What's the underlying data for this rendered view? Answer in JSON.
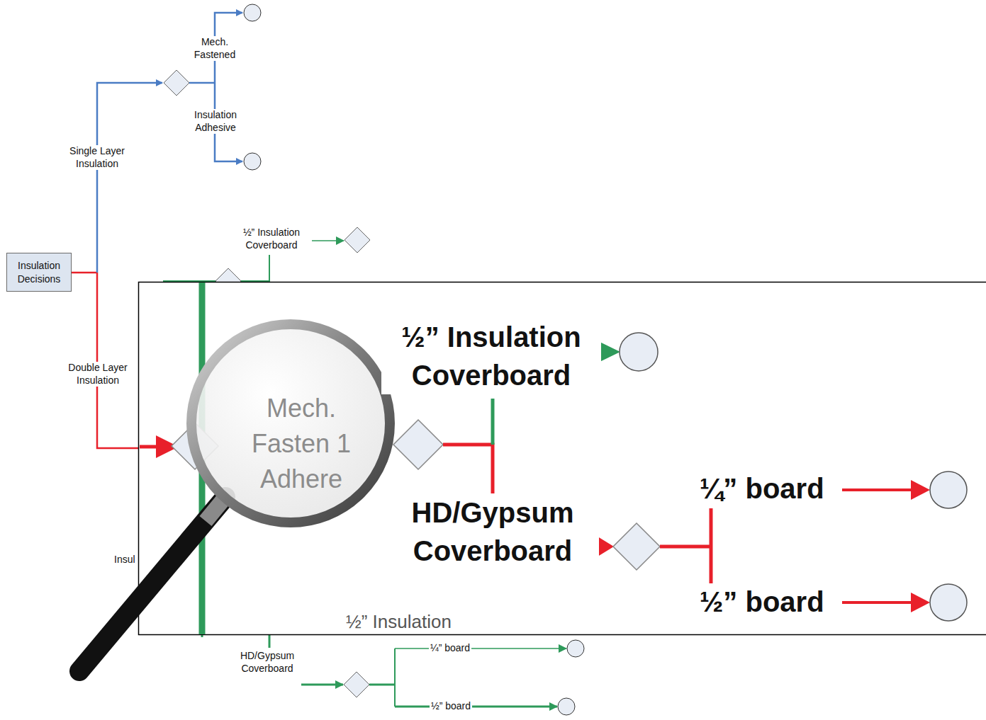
{
  "diagram": {
    "nodes": [
      {
        "text": [
          "Insulation Decisions"
        ]
      }
    ],
    "labels": [
      "Mech. Fastened",
      "Insulation Adhesive",
      "Single Layer Insulation",
      "½” Insulation Coverboard",
      "Double Layer Insulation",
      "½” Insulation Coverboard",
      "Mech. Fasten 1 Adhere",
      "HD/Gypsum Coverboard",
      "¼” board",
      "½” board",
      "½” Insulation",
      "Insul",
      "HD/Gypsum Coverboard",
      "¼” board",
      "½” board"
    ]
  }
}
